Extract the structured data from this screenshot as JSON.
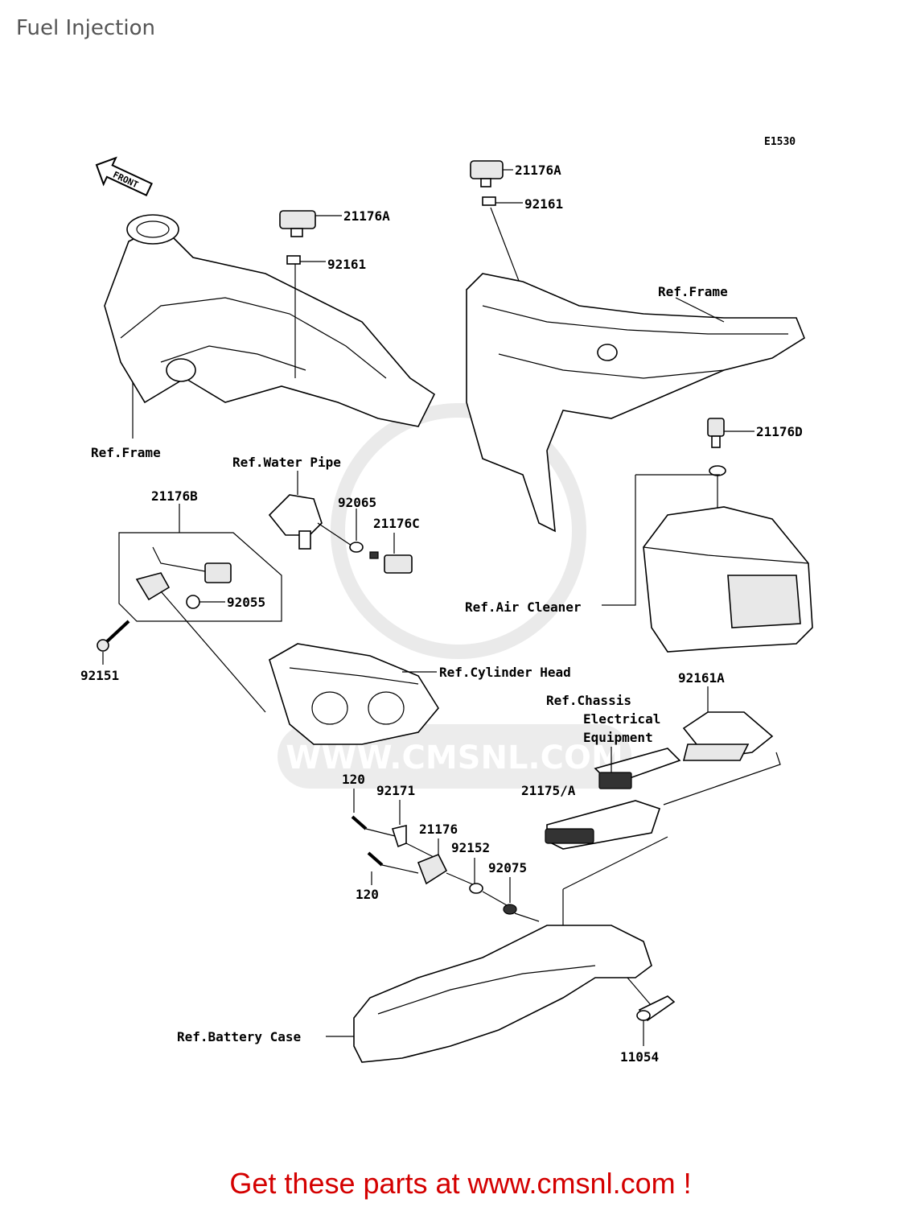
{
  "title": "Fuel Injection",
  "diagram_code": "E1530",
  "front_arrow_label": "FRONT",
  "watermark": "WWW.CMSNL.COM",
  "labels": {
    "p21176A_left": "21176A",
    "p92161_left": "92161",
    "p21176A_right": "21176A",
    "p92161_right": "92161",
    "ref_frame_right": "Ref.Frame",
    "ref_frame_left": "Ref.Frame",
    "ref_water_pipe": "Ref.Water Pipe",
    "p21176D": "21176D",
    "p21176B": "21176B",
    "p92065": "92065",
    "p21176C": "21176C",
    "p92055": "92055",
    "ref_air_cleaner": "Ref.Air Cleaner",
    "p92151": "92151",
    "ref_cylinder_head": "Ref.Cylinder Head",
    "ref_chassis_1": "Ref.Chassis",
    "ref_chassis_2": "Electrical",
    "ref_chassis_3": "Equipment",
    "p92161A": "92161A",
    "p120_top": "120",
    "p92171": "92171",
    "p21175A": "21175/A",
    "p21176": "21176",
    "p92152": "92152",
    "p92075": "92075",
    "p120_bottom": "120",
    "ref_battery_case": "Ref.Battery Case",
    "p11054": "11054"
  },
  "footer": "Get these parts at www.cmsnl.com !"
}
